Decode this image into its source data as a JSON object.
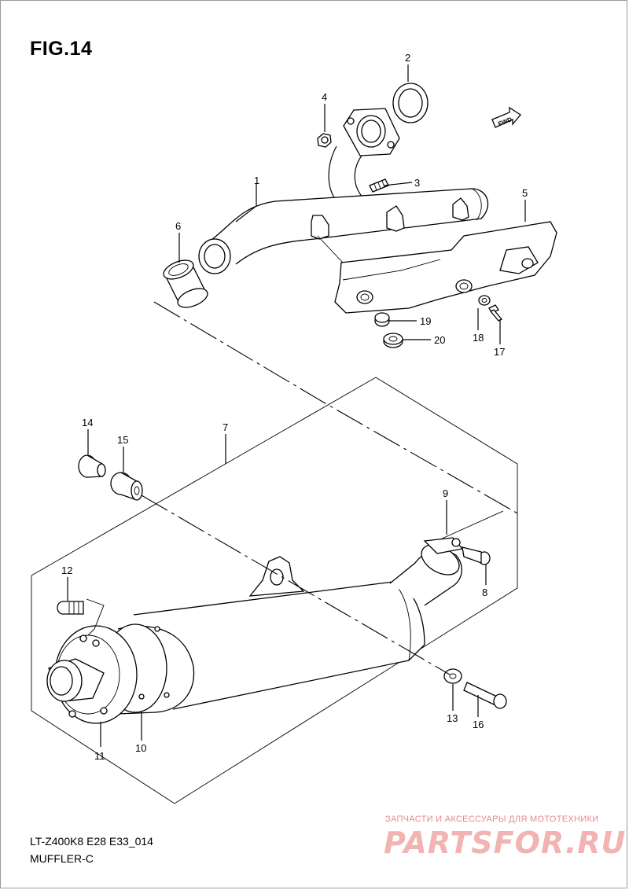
{
  "figure": {
    "title": "FIG.14"
  },
  "callouts": [
    "1",
    "2",
    "3",
    "4",
    "5",
    "6",
    "7",
    "8",
    "9",
    "10",
    "11",
    "12",
    "13",
    "14",
    "15",
    "16",
    "17",
    "18",
    "19",
    "20"
  ],
  "footer": {
    "model_code": "LT-Z400K8 E28 E33_014",
    "section_name": "MUFFLER-C"
  },
  "fwd_arrow": {
    "text": "FWD"
  },
  "watermark": {
    "tagline": "ЗАПЧАСТИ И АКСЕССУАРЫ ДЛЯ МОТОТЕХНИКИ",
    "brand": "PARTSFOR.RU"
  },
  "colors": {
    "line": "#000000",
    "background": "#ffffff",
    "watermark": "#f2b3b3"
  }
}
